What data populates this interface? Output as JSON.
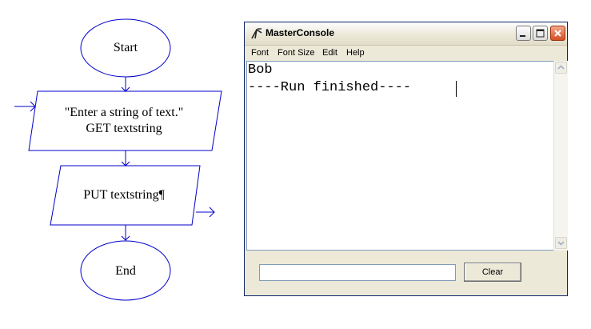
{
  "flowchart": {
    "start_label": "Start",
    "input_line1": "\"Enter a string of text.\"",
    "input_line2": "GET textstring",
    "output_label": "PUT textstring¶",
    "end_label": "End",
    "line_color": "#0000cc"
  },
  "window": {
    "title": "MasterConsole",
    "menu": [
      "Font",
      "Font Size",
      "Edit",
      "Help"
    ],
    "console_lines": [
      "Bob",
      "----Run finished----"
    ],
    "input_value": "",
    "clear_label": "Clear"
  }
}
